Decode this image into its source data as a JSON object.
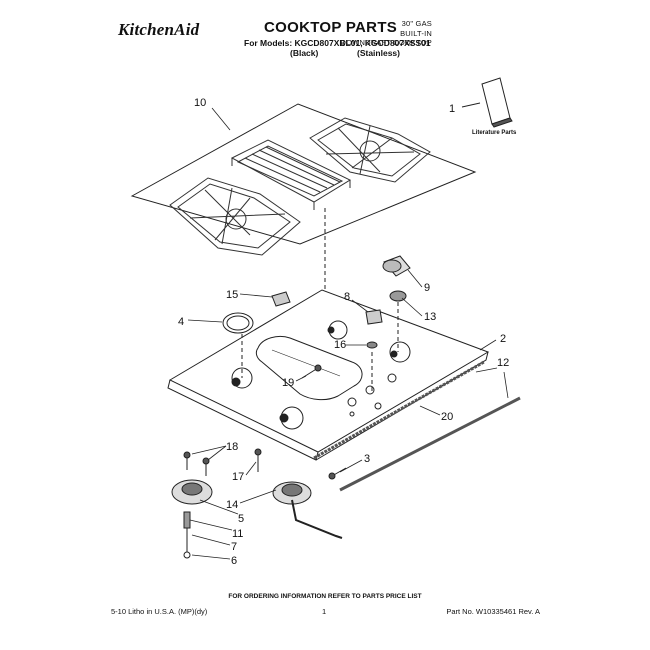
{
  "header": {
    "brand": "KitchenAid",
    "title": "COOKTOP PARTS",
    "models": "For Models: KGCD807XBL01, KGCD807XSS01",
    "finish_black": "(Black)",
    "finish_stainless": "(Stainless)",
    "type_line1": "30\" GAS",
    "type_line2": "BUILT-IN",
    "type_line3": "DOWNDRAFT COOKTOP"
  },
  "diagram": {
    "literature_label": "Literature Parts",
    "callouts": [
      "1",
      "2",
      "3",
      "4",
      "5",
      "6",
      "7",
      "8",
      "9",
      "10",
      "11",
      "12",
      "13",
      "14",
      "15",
      "16",
      "17",
      "18",
      "19",
      "20"
    ]
  },
  "footer": {
    "ordering": "FOR ORDERING INFORMATION REFER TO PARTS PRICE LIST",
    "left": "5-10 Litho in U.S.A. (MP)(dy)",
    "page": "1",
    "part_no": "Part No. W10335461 Rev. A"
  }
}
